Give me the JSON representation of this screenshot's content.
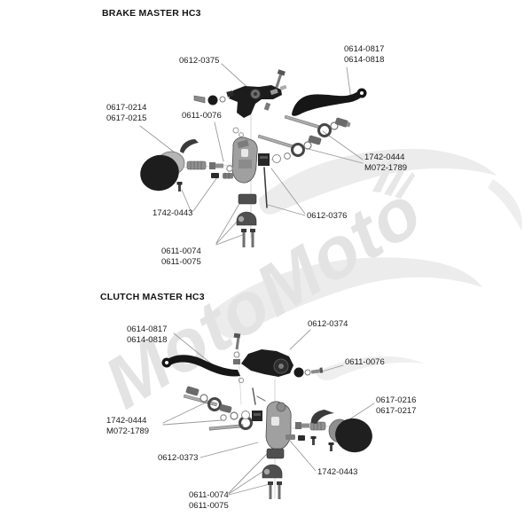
{
  "watermark": {
    "text": "MotoMoto"
  },
  "colors": {
    "background": "#ffffff",
    "watermark": "#e3e3e3",
    "label_text": "#1c1c1c",
    "leader_line": "#9a9a9a"
  },
  "brake": {
    "title": "BRAKE MASTER HC3",
    "labels": [
      {
        "lines": [
          "0612-0375"
        ]
      },
      {
        "lines": [
          "0614-0817",
          "0614-0818"
        ]
      },
      {
        "lines": [
          "0617-0214",
          "0617-0215"
        ]
      },
      {
        "lines": [
          "0611-0076"
        ]
      },
      {
        "lines": [
          "1742-0444",
          "M072-1789"
        ]
      },
      {
        "lines": [
          "1742-0443"
        ]
      },
      {
        "lines": [
          "0612-0376"
        ]
      },
      {
        "lines": [
          "0611-0074",
          "0611-0075"
        ]
      }
    ]
  },
  "clutch": {
    "title": "CLUTCH MASTER HC3",
    "labels": [
      {
        "lines": [
          "0614-0817",
          "0614-0818"
        ]
      },
      {
        "lines": [
          "0612-0374"
        ]
      },
      {
        "lines": [
          "0611-0076"
        ]
      },
      {
        "lines": [
          "0617-0216",
          "0617-0217"
        ]
      },
      {
        "lines": [
          "1742-0444",
          "M072-1789"
        ]
      },
      {
        "lines": [
          "0612-0373"
        ]
      },
      {
        "lines": [
          "1742-0443"
        ]
      },
      {
        "lines": [
          "0611-0074",
          "0611-0075"
        ]
      }
    ]
  }
}
